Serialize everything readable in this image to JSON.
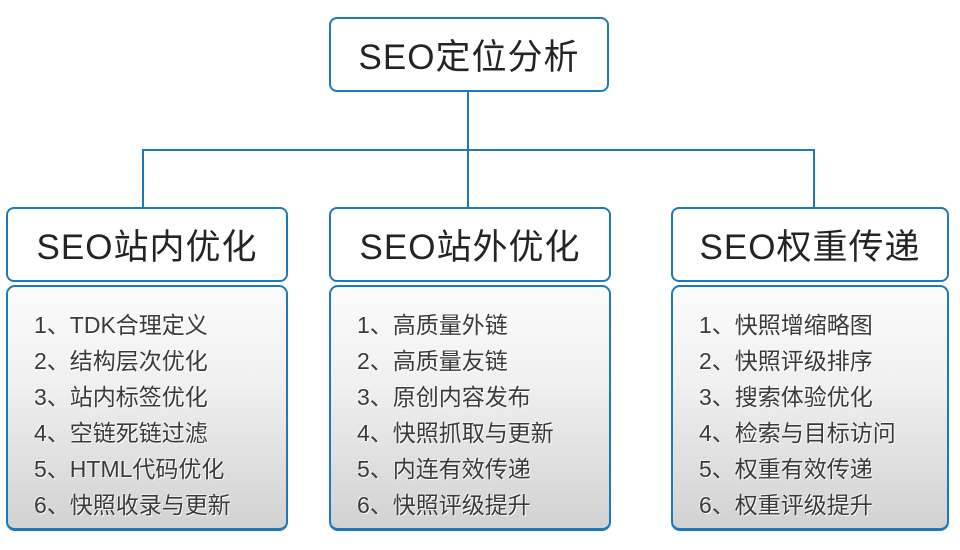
{
  "diagram": {
    "root": {
      "title": "SEO定位分析"
    },
    "columns": [
      {
        "header": "SEO站内优化",
        "items": [
          "1、TDK合理定义",
          "2、结构层次优化",
          "3、站内标签优化",
          "4、空链死链过滤",
          "5、HTML代码优化",
          "6、快照收录与更新"
        ]
      },
      {
        "header": "SEO站外优化",
        "items": [
          "1、高质量外链",
          "2、高质量友链",
          "3、原创内容发布",
          "4、快照抓取与更新",
          "5、内连有效传递",
          "6、快照评级提升"
        ]
      },
      {
        "header": "SEO权重传递",
        "items": [
          "1、快照增缩略图",
          "2、快照评级排序",
          "3、搜索体验优化",
          "4、检索与目标访问",
          "5、权重有效传递",
          "6、权重评级提升"
        ]
      }
    ],
    "colors": {
      "border_blue": "#1d78bd",
      "text_dark": "#242424",
      "list_text": "#3a3a3a",
      "list_bg_top": "#fbfbfb",
      "list_bg_bottom": "#d2d2d2"
    }
  }
}
